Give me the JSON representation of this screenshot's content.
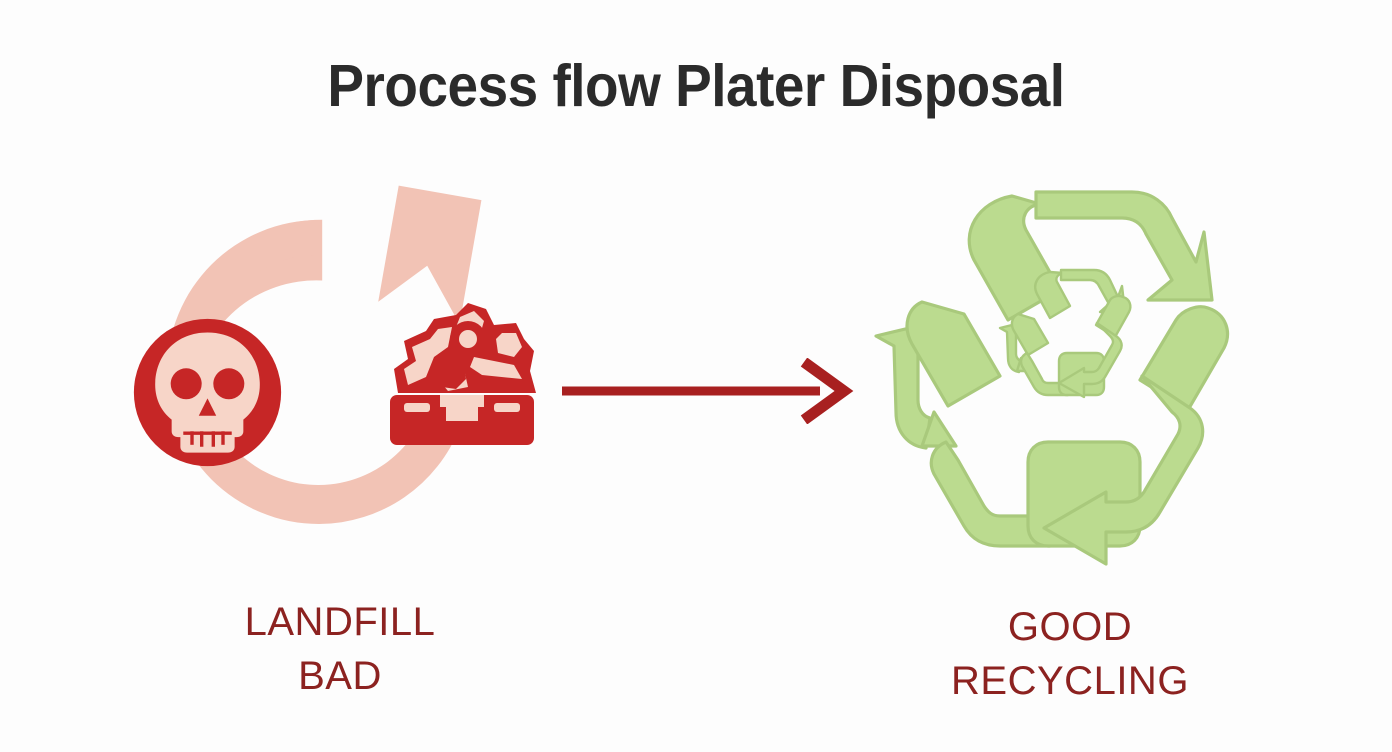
{
  "page": {
    "title": "Process flow Plater Disposal",
    "background_color": "#fdfdfd",
    "title_color": "#2b2b2b"
  },
  "colors": {
    "pale_salmon": "#f2c3b5",
    "red": "#c62626",
    "dark_red": "#a82020",
    "label_red": "#8c2220",
    "light_green": "#bbdb8f",
    "green_outline": "#a9c97c",
    "skull_cream": "#f7d5c8"
  },
  "diagram": {
    "type": "process-flow",
    "direction": "left-to-right",
    "stages": [
      {
        "id": "landfill",
        "label_line1": "LANDFILL",
        "label_line2": "BAD",
        "label_color": "#8c2220",
        "sentiment": "negative",
        "icons": [
          {
            "name": "cycle-arrow-icon",
            "color": "#f2c3b5",
            "meaning": "circular disposal loop"
          },
          {
            "name": "skull-icon",
            "color": "#c62626",
            "meaning": "toxic / hazardous"
          },
          {
            "name": "waste-bin-icon",
            "color": "#c62626",
            "meaning": "landfill waste container"
          }
        ]
      },
      {
        "id": "recycling",
        "label_line1": "GOOD",
        "label_line2": "RECYCLING",
        "label_color": "#8c2220",
        "sentiment": "positive",
        "icons": [
          {
            "name": "recycling-symbol-icon",
            "color": "#bbdb8f",
            "meaning": "mobius recycling loop"
          },
          {
            "name": "recycling-symbol-inner-icon",
            "color": "#bbdb8f",
            "meaning": "nested recycling loop"
          }
        ]
      }
    ],
    "connector": {
      "name": "flow-arrow-icon",
      "color": "#a82020",
      "from": "landfill",
      "to": "recycling",
      "style": "straight line with chevron head"
    }
  }
}
